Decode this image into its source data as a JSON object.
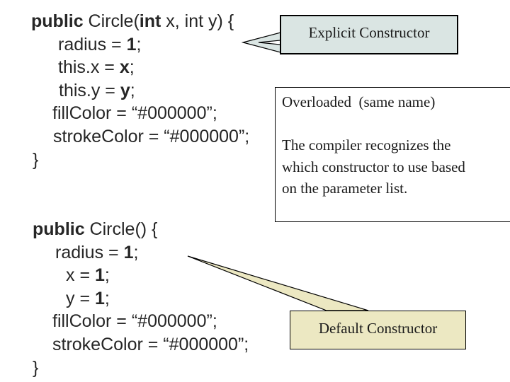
{
  "colors": {
    "callout_blue_fill": "#dae5e3",
    "callout_cream_fill": "#ece8c2",
    "callout_border": "#000000",
    "code_text": "#262626",
    "background": "#ffffff"
  },
  "callouts": {
    "explicit": {
      "label": "Explicit Constructor"
    },
    "overloaded": {
      "title": "Overloaded  (same name)",
      "body_lines": [
        "The compiler recognizes the",
        "which constructor to use based",
        "on the parameter list."
      ]
    },
    "default": {
      "label": "Default Constructor"
    }
  },
  "code_blocks": [
    {
      "name": "explicit-constructor-code",
      "lines": [
        {
          "indent": 4,
          "segments": [
            {
              "t": "public",
              "b": true
            },
            {
              "t": " Circle(",
              "b": false
            },
            {
              "t": "int",
              "b": true
            },
            {
              "t": " x, int y) {",
              "b": false
            }
          ]
        },
        {
          "indent": 42,
          "segments": [
            {
              "t": "radius = ",
              "b": false
            },
            {
              "t": "1",
              "b": true
            },
            {
              "t": ";",
              "b": false
            }
          ]
        },
        {
          "indent": 42,
          "segments": [
            {
              "t": "this.x = ",
              "b": false
            },
            {
              "t": "x",
              "b": true
            },
            {
              "t": ";",
              "b": false
            }
          ]
        },
        {
          "indent": 43,
          "segments": [
            {
              "t": "this.y = ",
              "b": false
            },
            {
              "t": "y",
              "b": true
            },
            {
              "t": ";",
              "b": false
            }
          ]
        },
        {
          "indent": 34,
          "segments": [
            {
              "t": "fillColor = “#000000”;",
              "b": false
            }
          ]
        },
        {
          "indent": 35,
          "segments": [
            {
              "t": "strokeColor = “#000000”;",
              "b": false
            }
          ]
        },
        {
          "indent": 6,
          "segments": [
            {
              "t": "}",
              "b": false
            }
          ]
        }
      ]
    },
    {
      "name": "default-constructor-code",
      "lines": [
        {
          "indent": 6,
          "segments": [
            {
              "t": "public",
              "b": true
            },
            {
              "t": " Circle() {",
              "b": false
            }
          ]
        },
        {
          "indent": 38,
          "segments": [
            {
              "t": "radius = ",
              "b": false
            },
            {
              "t": "1",
              "b": true
            },
            {
              "t": ";",
              "b": false
            }
          ]
        },
        {
          "indent": 53,
          "segments": [
            {
              "t": "x = ",
              "b": false
            },
            {
              "t": "1",
              "b": true
            },
            {
              "t": ";",
              "b": false
            }
          ]
        },
        {
          "indent": 53,
          "segments": [
            {
              "t": "y = ",
              "b": false
            },
            {
              "t": "1",
              "b": true
            },
            {
              "t": ";",
              "b": false
            }
          ]
        },
        {
          "indent": 34,
          "segments": [
            {
              "t": "fillColor = “#000000”;",
              "b": false
            }
          ]
        },
        {
          "indent": 34,
          "segments": [
            {
              "t": "strokeColor = “#000000”;",
              "b": false
            }
          ]
        },
        {
          "indent": 6,
          "segments": [
            {
              "t": "}",
              "b": false
            }
          ]
        }
      ]
    }
  ]
}
